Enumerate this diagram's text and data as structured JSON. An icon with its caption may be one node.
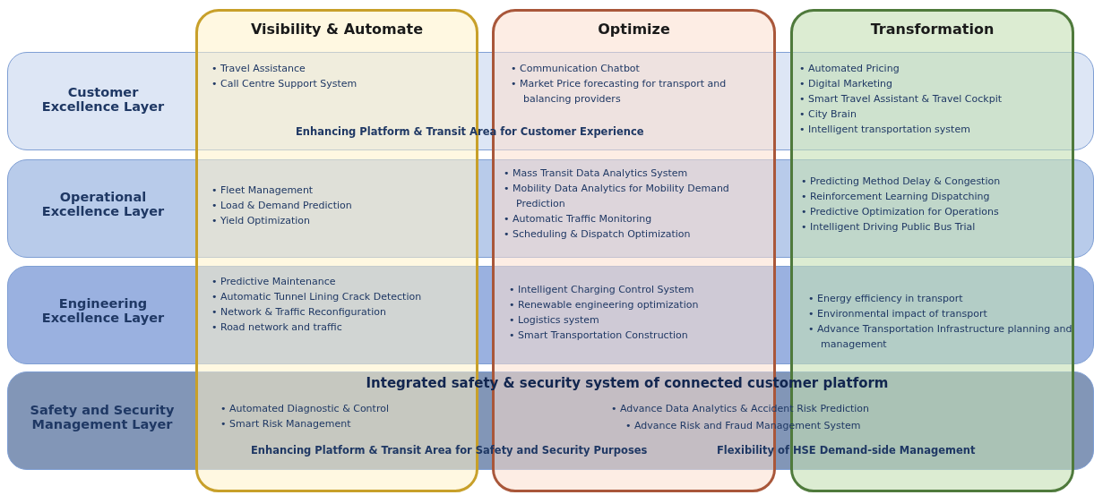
{
  "diagram": {
    "nodes": [
      {
        "text": [
          "Visibility & Automate"
        ]
      },
      {
        "text": [
          "Optimize"
        ]
      },
      {
        "text": [
          "Transformation"
        ]
      },
      {
        "text": [
          "Customer Excellence Layer"
        ]
      },
      {
        "text": [
          "Operational Excellence Layer"
        ]
      },
      {
        "text": [
          "Engineering Excellence Layer"
        ]
      },
      {
        "text": [
          "Safety and Security Management Layer"
        ]
      }
    ],
    "labels": [
      "• Travel Assistance",
      "• Call Centre Support System",
      "• Communication Chatbot",
      "• Market Price forecasting for transport and balancing providers",
      "• Automated Pricing",
      "• Digital Marketing",
      "• Smart Travel Assistant & Travel Cockpit",
      "• City Brain",
      "• Intelligent transportation system",
      "Enhancing Platform & Transit Area for Customer Experience",
      "• Fleet Management",
      "• Load & Demand Prediction",
      "• Yield Optimization",
      "• Mass Transit Data Analytics System",
      "• Mobility Data Analytics for Mobility Demand Prediction",
      "• Automatic Traffic Monitoring",
      "• Scheduling & Dispatch Optimization",
      "• Predicting Method Delay & Congestion",
      "• Reinforcement Learning Dispatching",
      "• Predictive Optimization for Operations",
      "• Intelligent Driving Public Bus Trial",
      "• Predictive Maintenance",
      "• Automatic Tunnel Lining Crack Detection",
      "• Network & Traffic Reconfiguration",
      "• Road network and traffic",
      "• Intelligent Charging Control System",
      "• Renewable engineering optimization",
      "• Logistics system",
      "• Smart Transportation Construction",
      "• Energy efficiency in transport",
      "• Environmental impact of transport",
      "• Advance Transportation Infrastructure planning and management",
      "Integrated safety & security system of connected customer platform",
      "• Automated Diagnostic & Control",
      "• Smart Risk Management",
      "• Advance Data Analytics & Accident Risk Prediction",
      "• Advance Risk and Fraud Management System",
      "Enhancing Platform & Transit Area for Safety and Security Purposes",
      "Flexibility of HSE Demand-side Management"
    ]
  }
}
